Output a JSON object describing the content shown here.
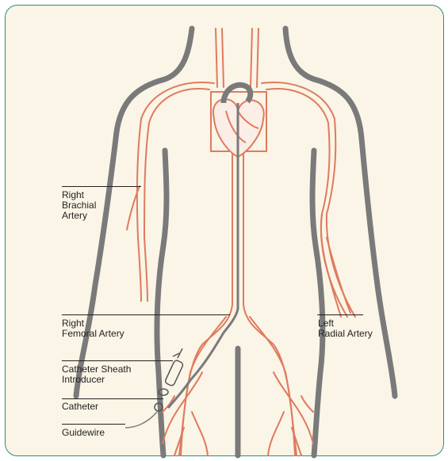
{
  "labels": {
    "right_brachial": "Right\nBrachial\nArtery",
    "right_femoral": "Right\nFemoral Artery",
    "left_radial": "Left\nRadial Artery",
    "sheath": "Catheter Sheath\nIntroducer",
    "catheter": "Catheter",
    "guidewire": "Guidewire"
  },
  "colors": {
    "background": "#faf5e6",
    "border": "#2a8a8a",
    "body_outline": "#7a7a7a",
    "artery": "#e07a5f",
    "catheter": "#8a8a8a",
    "leader": "#222222"
  }
}
